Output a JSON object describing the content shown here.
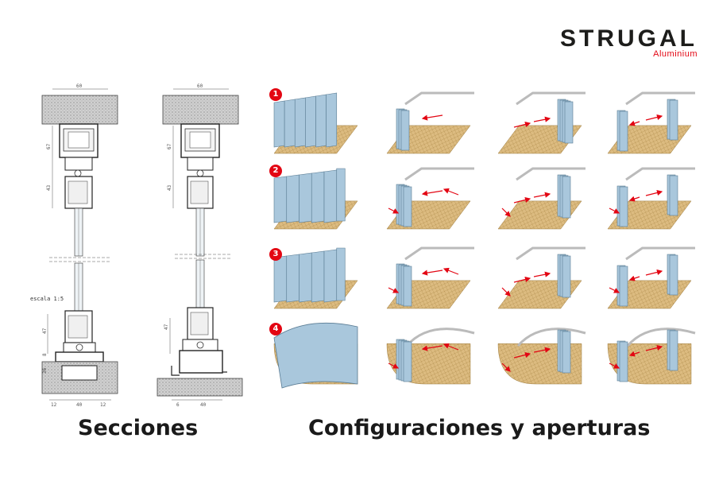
{
  "brand": {
    "name": "STRUGAL",
    "sub": "Aluminium"
  },
  "captions": {
    "sections": "Secciones",
    "configurations": "Configuraciones y aperturas"
  },
  "sections": {
    "scale_label": "escala 1:5",
    "dims": {
      "top_width": "60",
      "upper_h1": "67",
      "upper_h2": "43",
      "lower_h1": "47",
      "lower_h2": "8",
      "lower_h3": "36",
      "bottom_w1": "12",
      "bottom_w2": "40",
      "bottom_w3": "12",
      "right_bottom_w1": "6",
      "right_bottom_w2": "40"
    }
  },
  "rows": [
    {
      "number": "1"
    },
    {
      "number": "2"
    },
    {
      "number": "3"
    },
    {
      "number": "4"
    }
  ],
  "colors": {
    "accent": "#e30613",
    "glass": "#a9c7dc",
    "floor": "#d9b77a",
    "ceiling": "#c9c9c9"
  }
}
